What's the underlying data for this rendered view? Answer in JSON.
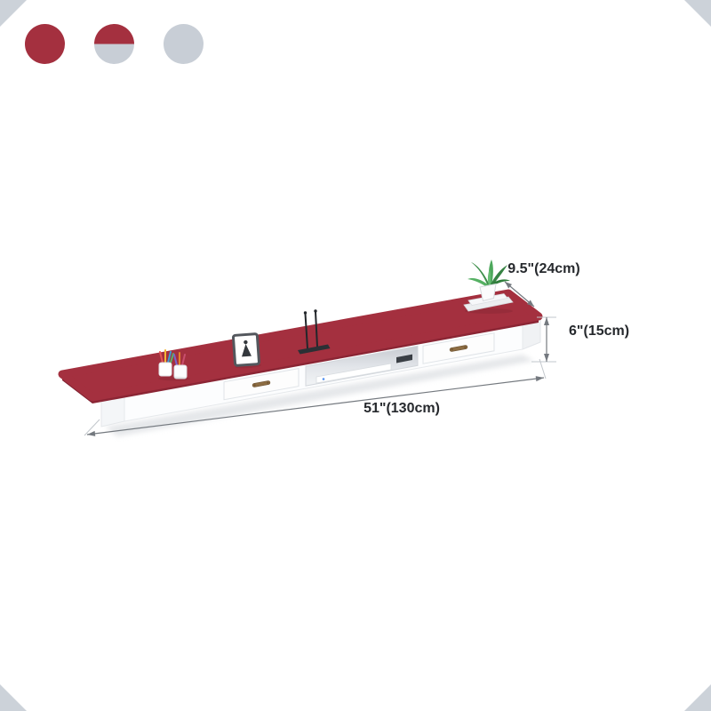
{
  "swatches": {
    "items": [
      {
        "name": "red",
        "color": "#a4303f"
      },
      {
        "name": "red-gray",
        "top_color": "#a4303f",
        "bottom_color": "#c8ced6"
      },
      {
        "name": "gray",
        "color": "#c8ced6"
      }
    ]
  },
  "product": {
    "top_color": "#a4303f",
    "body_color": "#fcfdfe"
  },
  "annotations": {
    "depth": "9.5\"(24cm)",
    "height": "6\"(15cm)",
    "width": "51\"(130cm)"
  },
  "decor": {
    "corner_color": "#ccd2d9"
  }
}
